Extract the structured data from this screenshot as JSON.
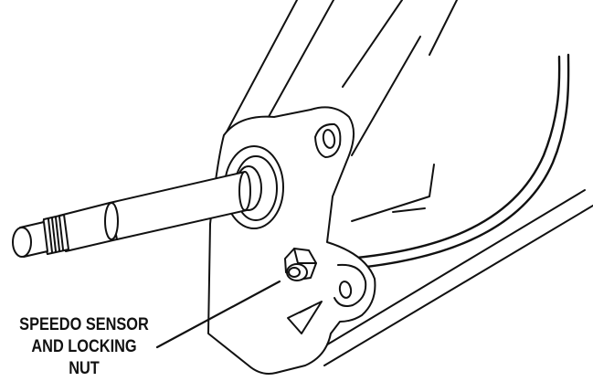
{
  "callout": {
    "lines": [
      "SPEEDO SENSOR",
      "AND LOCKING",
      "NUT"
    ]
  },
  "colors": {
    "line": "#111111",
    "background": "#ffffff"
  }
}
